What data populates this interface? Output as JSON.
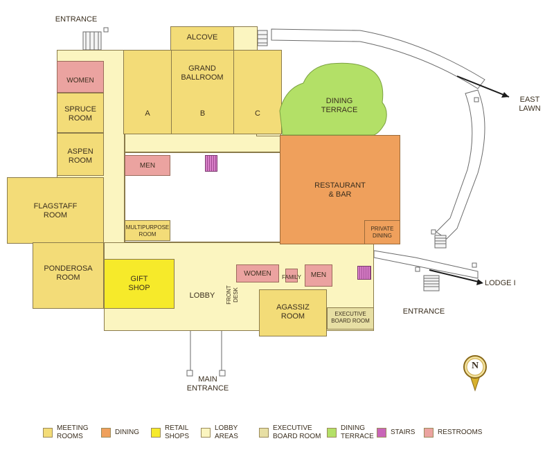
{
  "labels": {
    "entrance_top": "ENTRANCE",
    "alcove": "ALCOVE",
    "grand_ballroom": "GRAND\nBALLROOM",
    "ballroom_a": "A",
    "ballroom_b": "B",
    "ballroom_c": "C",
    "women_top": "WOMEN",
    "spruce": "SPRUCE\nROOM",
    "aspen": "ASPEN\nROOM",
    "men_top": "MEN",
    "flagstaff": "FLAGSTAFF\nROOM",
    "multipurpose": "MULTIPURPOSE\nROOM",
    "ponderosa": "PONDEROSA\nROOM",
    "gift_shop": "GIFT\nSHOP",
    "lobby": "LOBBY",
    "front_desk": "FRONT\nDESK",
    "women_lobby": "WOMEN",
    "family": "FAMILY",
    "men_lobby": "MEN",
    "agassiz": "AGASSIZ\nROOM",
    "executive_board": "EXECUTIVE\nBOARD ROOM",
    "restaurant": "RESTAURANT\n& BAR",
    "private_dining": "PRIVATE\nDINING",
    "dining_terrace": "DINING\nTERRACE",
    "east_lawn": "EAST\nLAWN",
    "lodge": "LODGE I",
    "entrance_right": "ENTRANCE",
    "main_entrance": "MAIN\nENTRANCE",
    "north": "N"
  },
  "legend": [
    {
      "label": "MEETING\nROOMS",
      "color": "#f3dc78"
    },
    {
      "label": "DINING",
      "color": "#efa05c"
    },
    {
      "label": "RETAIL\nSHOPS",
      "color": "#f6ea2a"
    },
    {
      "label": "LOBBY\nAREAS",
      "color": "#fbf5c0"
    },
    {
      "label": "EXECUTIVE\nBOARD ROOM",
      "color": "#e7dfa4"
    },
    {
      "label": "DINING\nTERRACE",
      "color": "#b3e067"
    },
    {
      "label": "STAIRS",
      "color": "#c865b8"
    },
    {
      "label": "RESTROOMS",
      "color": "#eba3a0"
    }
  ]
}
